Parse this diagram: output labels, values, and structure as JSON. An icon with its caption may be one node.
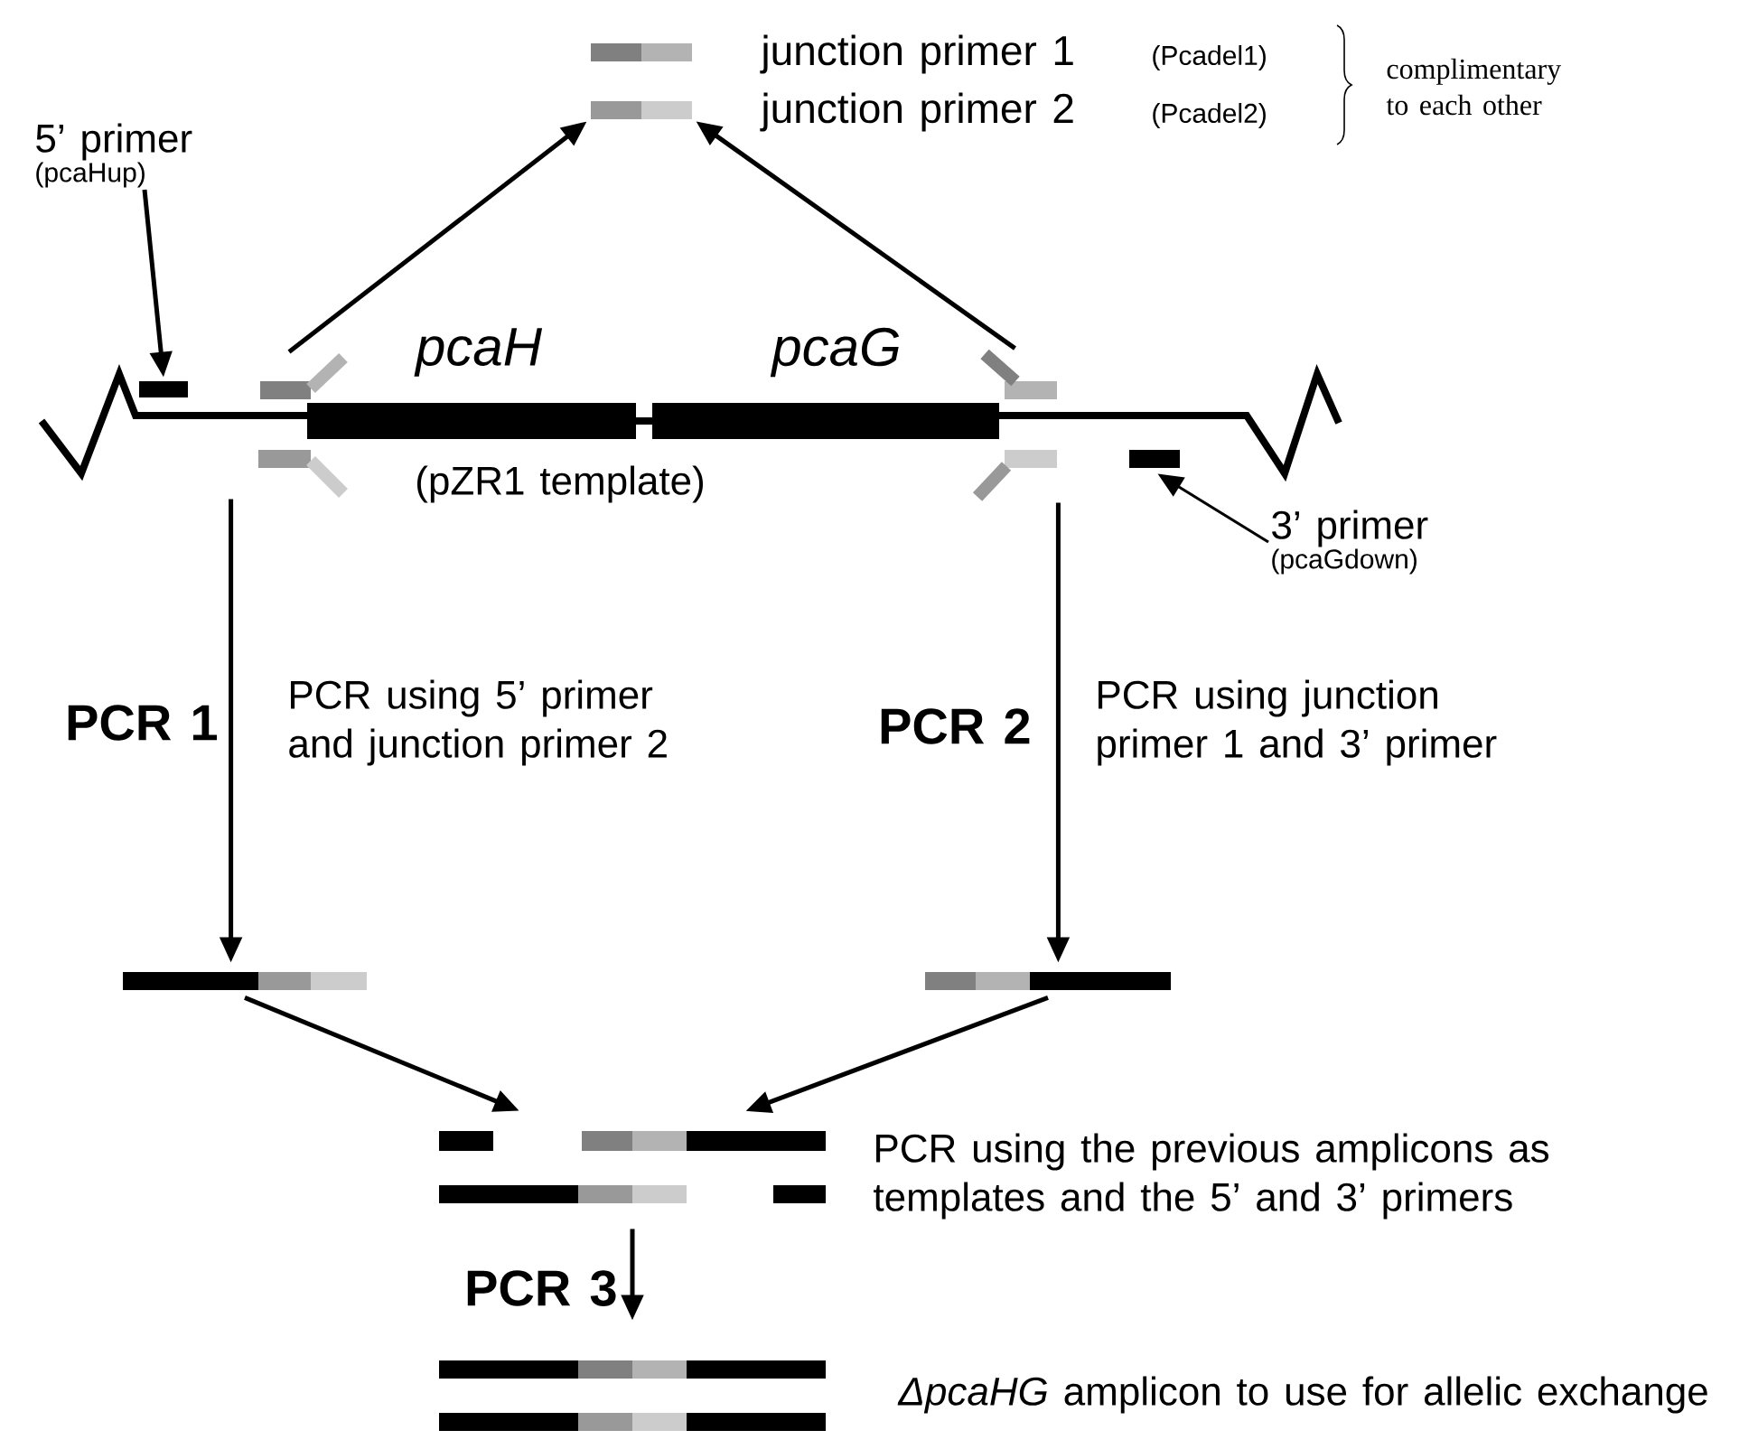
{
  "diagram": {
    "nodes": [
      {
        "text": [],
        "shape": "bar"
      },
      {
        "text": [
          "5’ primer",
          "(pcaHup)"
        ]
      },
      {
        "text": [],
        "shape": "bar"
      },
      {
        "text": [],
        "shape": "bar"
      },
      {
        "text": [],
        "shape": "bar"
      },
      {
        "text": [],
        "shape": "bar"
      },
      {
        "text": [
          "3’ primer",
          "(pcaGdown)"
        ]
      },
      {
        "text": [],
        "shape": "bar"
      },
      {
        "text": [],
        "shape": "bar"
      },
      {
        "text": [],
        "shape": "bar",
        "beside": [
          "PCR using the previous amplicons as templates and the 5’ and 3’ primers"
        ]
      },
      {
        "text": [],
        "shape": "bar",
        "beside": [
          "*ΔpcaHG* amplicon to use for allelic exchange"
        ]
      }
    ],
    "edges": [
      {
        "from": 3,
        "to": 0,
        "arrow": "to"
      },
      {
        "from": 4,
        "to": 0,
        "arrow": "to"
      },
      {
        "from": 1,
        "to": 2,
        "arrow": "to"
      },
      {
        "from": 6,
        "to": 5,
        "arrow": "to"
      },
      {
        "from": 3,
        "to": 7,
        "arrow": "to"
      },
      {
        "from": 4,
        "to": 8,
        "arrow": "to"
      },
      {
        "from": 7,
        "to": 9,
        "arrow": "to"
      },
      {
        "from": 8,
        "to": 9,
        "arrow": "to"
      },
      {
        "from": 9,
        "to": 10,
        "arrow": "to"
      }
    ],
    "labels": [
      "junction primer 1",
      "(Pcadel1)",
      "junction primer 2",
      "(Pcadel2)",
      "complimentary to each other",
      "pcaH",
      "pcaG",
      "(pZR1 template)",
      "PCR 1",
      "PCR using 5’ primer and junction primer 2",
      "PCR 2",
      "PCR using junction primer 1 and 3’ primer",
      "PCR 3"
    ]
  }
}
